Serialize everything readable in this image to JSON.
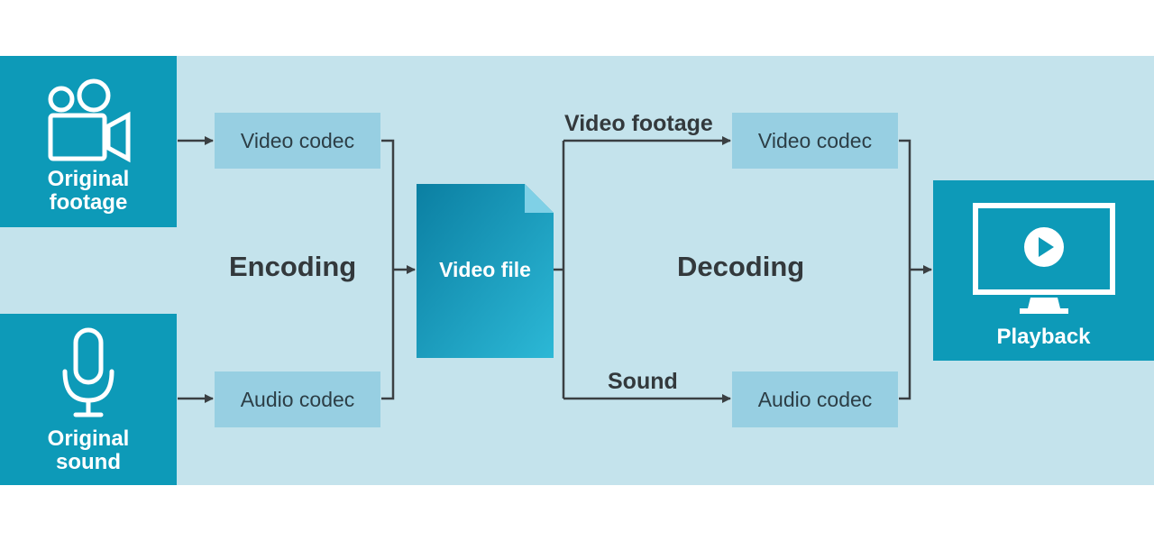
{
  "source_video": {
    "icon": "video-camera-icon",
    "label_line1": "Original",
    "label_line2": "footage"
  },
  "source_audio": {
    "icon": "microphone-icon",
    "label_line1": "Original",
    "label_line2": "sound"
  },
  "encode_video_codec": "Video codec",
  "encode_audio_codec": "Audio codec",
  "encoding_label": "Encoding",
  "video_file": {
    "icon": "document-icon",
    "label": "Video file"
  },
  "decoding_label": "Decoding",
  "path_video_label": "Video footage",
  "path_sound_label": "Sound",
  "decode_video_codec": "Video codec",
  "decode_audio_codec": "Audio codec",
  "playback": {
    "icon": "monitor-play-icon",
    "label": "Playback"
  },
  "colors": {
    "panel": "#c4e3ec",
    "node": "#0d9ab8",
    "codec": "#97cfe2",
    "text_dark": "#33393c"
  }
}
